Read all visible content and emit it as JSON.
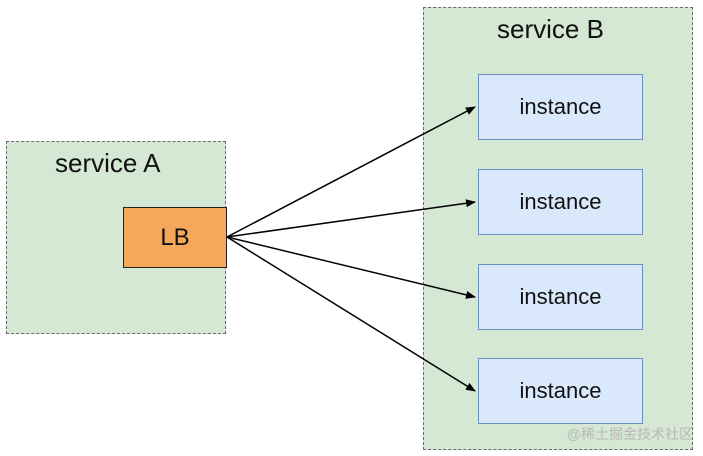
{
  "service_a": {
    "label": "service A"
  },
  "service_b": {
    "label": "service B"
  },
  "load_balancer": {
    "label": "LB"
  },
  "instances": [
    {
      "label": "instance"
    },
    {
      "label": "instance"
    },
    {
      "label": "instance"
    },
    {
      "label": "instance"
    }
  ],
  "footer": {
    "credit": "@稀土掘金技术社区"
  },
  "colors": {
    "service_fill": "#d5e8d4",
    "lb_fill": "#f6a85a",
    "instance_fill": "#dae8fc",
    "instance_border": "#6c8ebf"
  }
}
